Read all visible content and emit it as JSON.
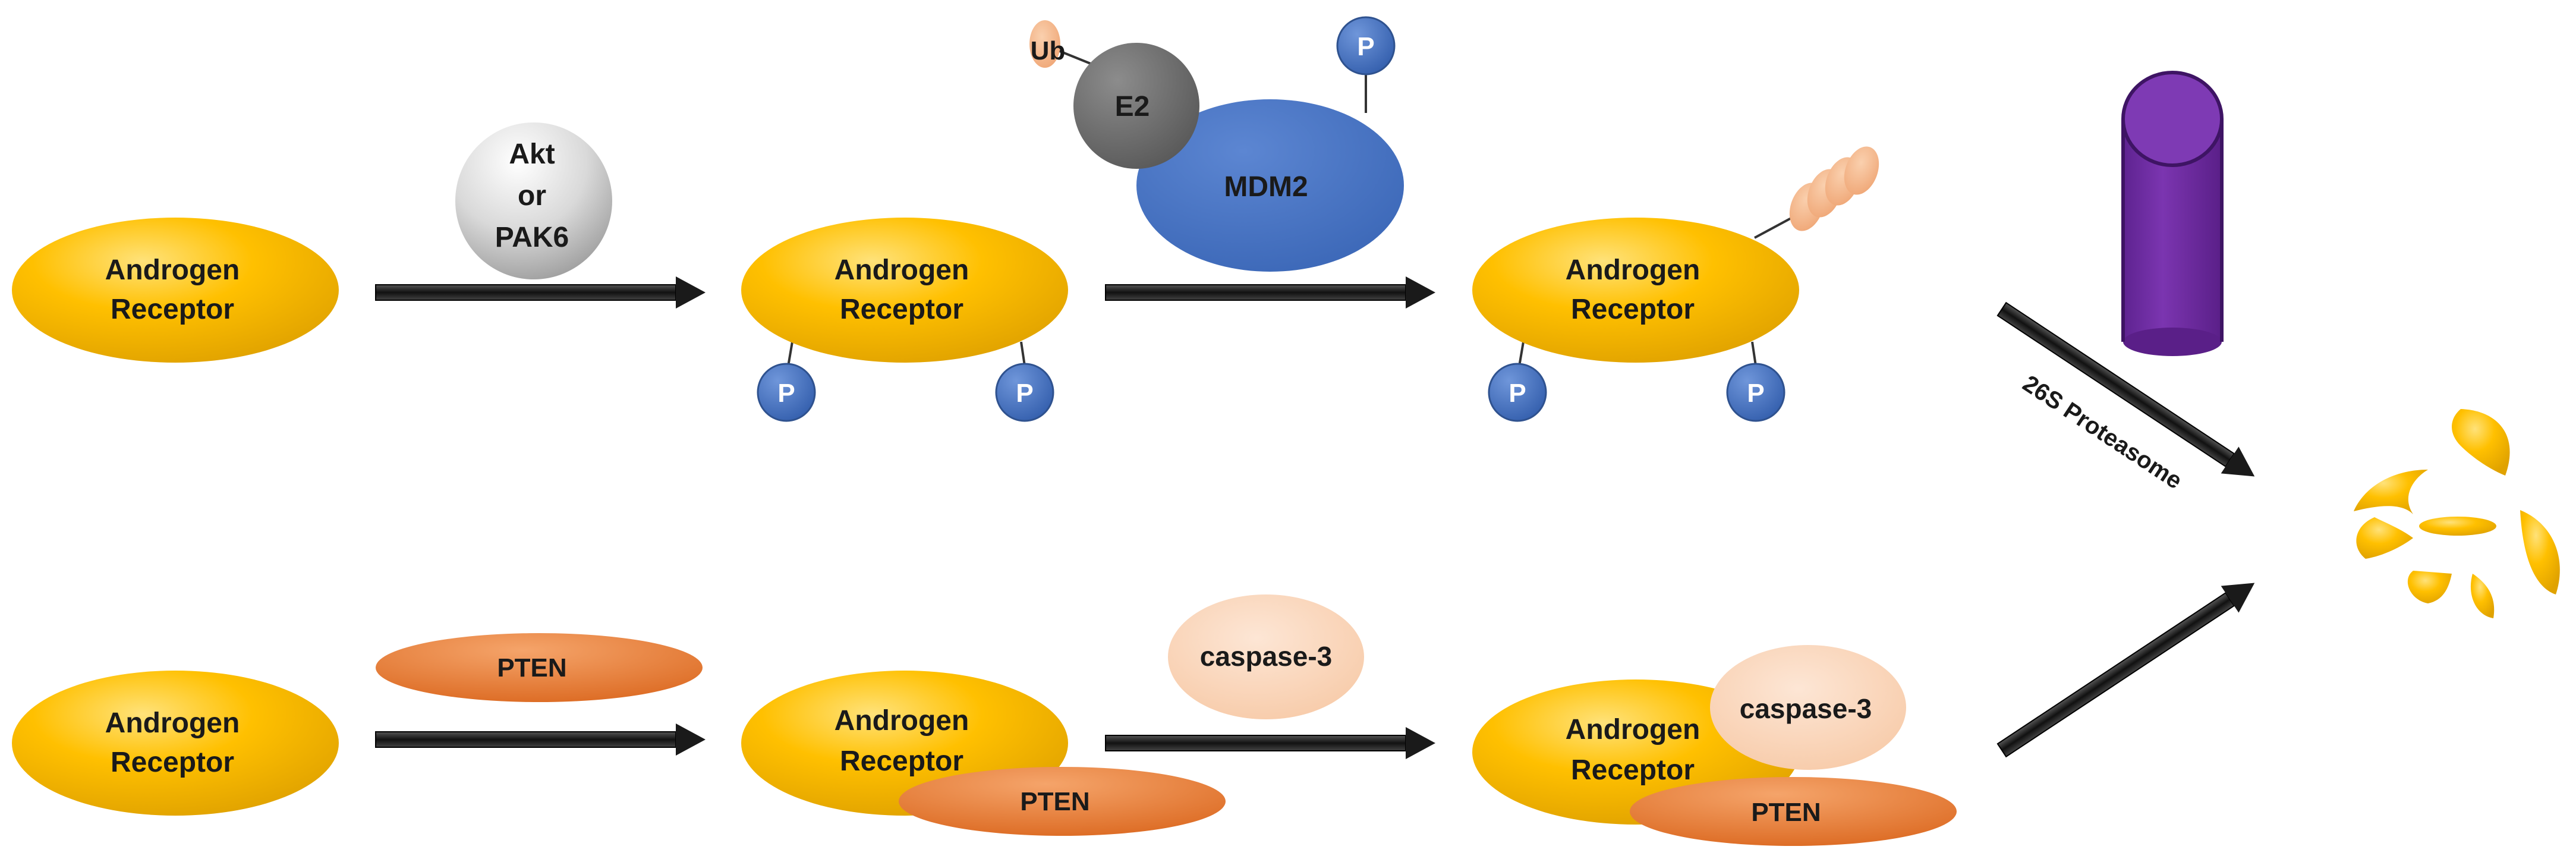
{
  "colors": {
    "androgen_receptor": "#FFC000",
    "phospho": "#4472C4",
    "mdm2": "#4472C4",
    "e2": "#707070",
    "ubiquitin": "#F4B183",
    "kinase": "#D9D9D9",
    "pten": "#ED7D31",
    "caspase": "#FBD5B5",
    "proteasome": "#7030A0",
    "arrow": "#1A1A1A"
  },
  "labels": {
    "androgen_receptor_line1": "Androgen",
    "androgen_receptor_line2": "Receptor",
    "phospho": "P",
    "kinase_line1": "Akt",
    "kinase_line2": "or",
    "kinase_line3": "PAK6",
    "mdm2": "MDM2",
    "e2": "E2",
    "ubiquitin": "Ub",
    "pten": "PTEN",
    "caspase": "caspase-3",
    "proteasome": "26S Proteasome"
  }
}
